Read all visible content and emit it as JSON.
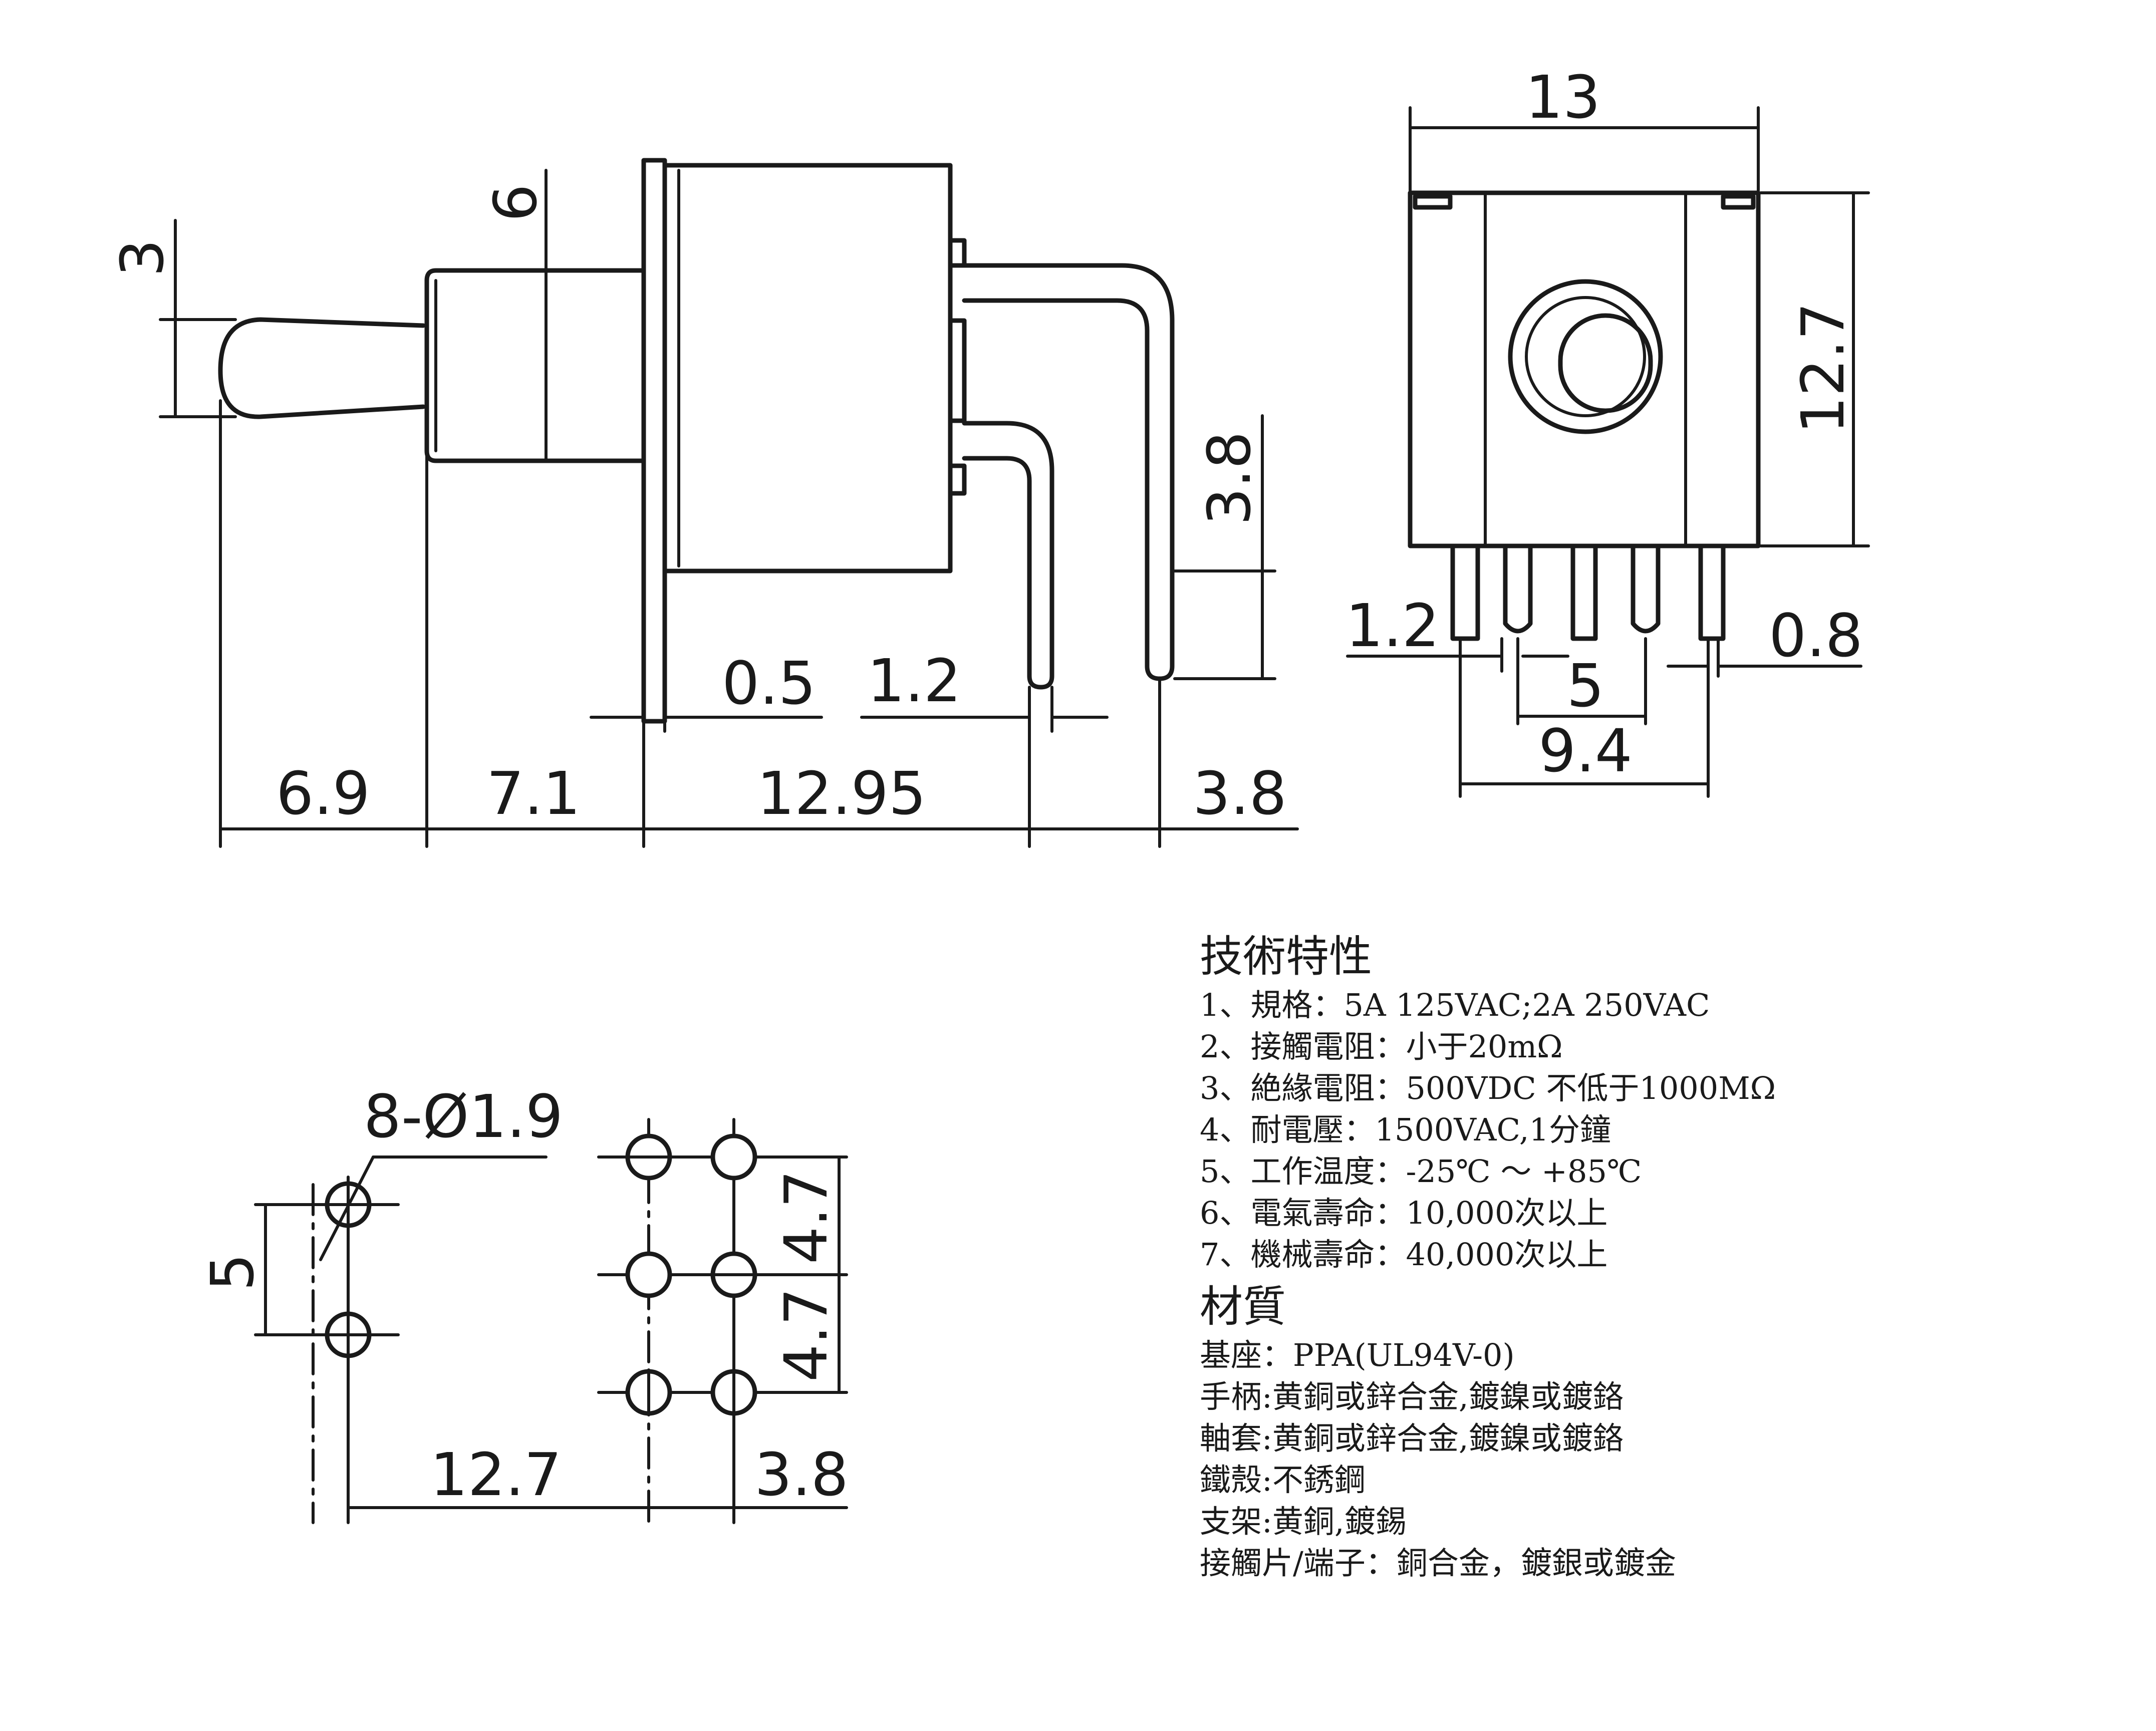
{
  "side_view": {
    "dims": {
      "toggle_dia": "3",
      "bushing_dia": "6",
      "pin_offset": "3.8",
      "flange": "0.5",
      "pin_width": "1.2",
      "toggle_len": "6.9",
      "bushing_len": "7.1",
      "body_len": "12.95",
      "pin_pitch": "3.8"
    }
  },
  "front_view": {
    "dims": {
      "width": "13",
      "height": "12.7",
      "pin_left": "1.2",
      "pin_right": "0.8",
      "pin_pitch": "5",
      "pin_span": "9.4"
    }
  },
  "footprint": {
    "dims": {
      "hole": "8-Ø1.9",
      "mount_pitch": "5",
      "row_pitch_1": "4.7",
      "row_pitch_2": "4.7",
      "offset": "12.7",
      "col_pitch": "3.8"
    }
  },
  "specs": {
    "title": "技術特性",
    "items": [
      "1、規格：5A 125VAC;2A 250VAC",
      "2、接觸電阻：小于20mΩ",
      "3、絶緣電阻：500VDC 不低于1000MΩ",
      "4、耐電壓：1500VAC,1分鐘",
      "5、工作温度：-25℃ ～ +85℃",
      "6、電氣壽命：10,000次以上",
      "7、機械壽命：40,000次以上"
    ]
  },
  "materials": {
    "title": "材質",
    "items": [
      "基座：PPA(UL94V-0)",
      "手柄:黄銅或鋅合金,鍍鎳或鍍鉻",
      "軸套:黄銅或鋅合金,鍍鎳或鍍鉻",
      "鐵殼:不銹鋼",
      "支架:黄銅,鍍錫",
      "接觸片/端子：銅合金，鍍銀或鍍金"
    ]
  }
}
